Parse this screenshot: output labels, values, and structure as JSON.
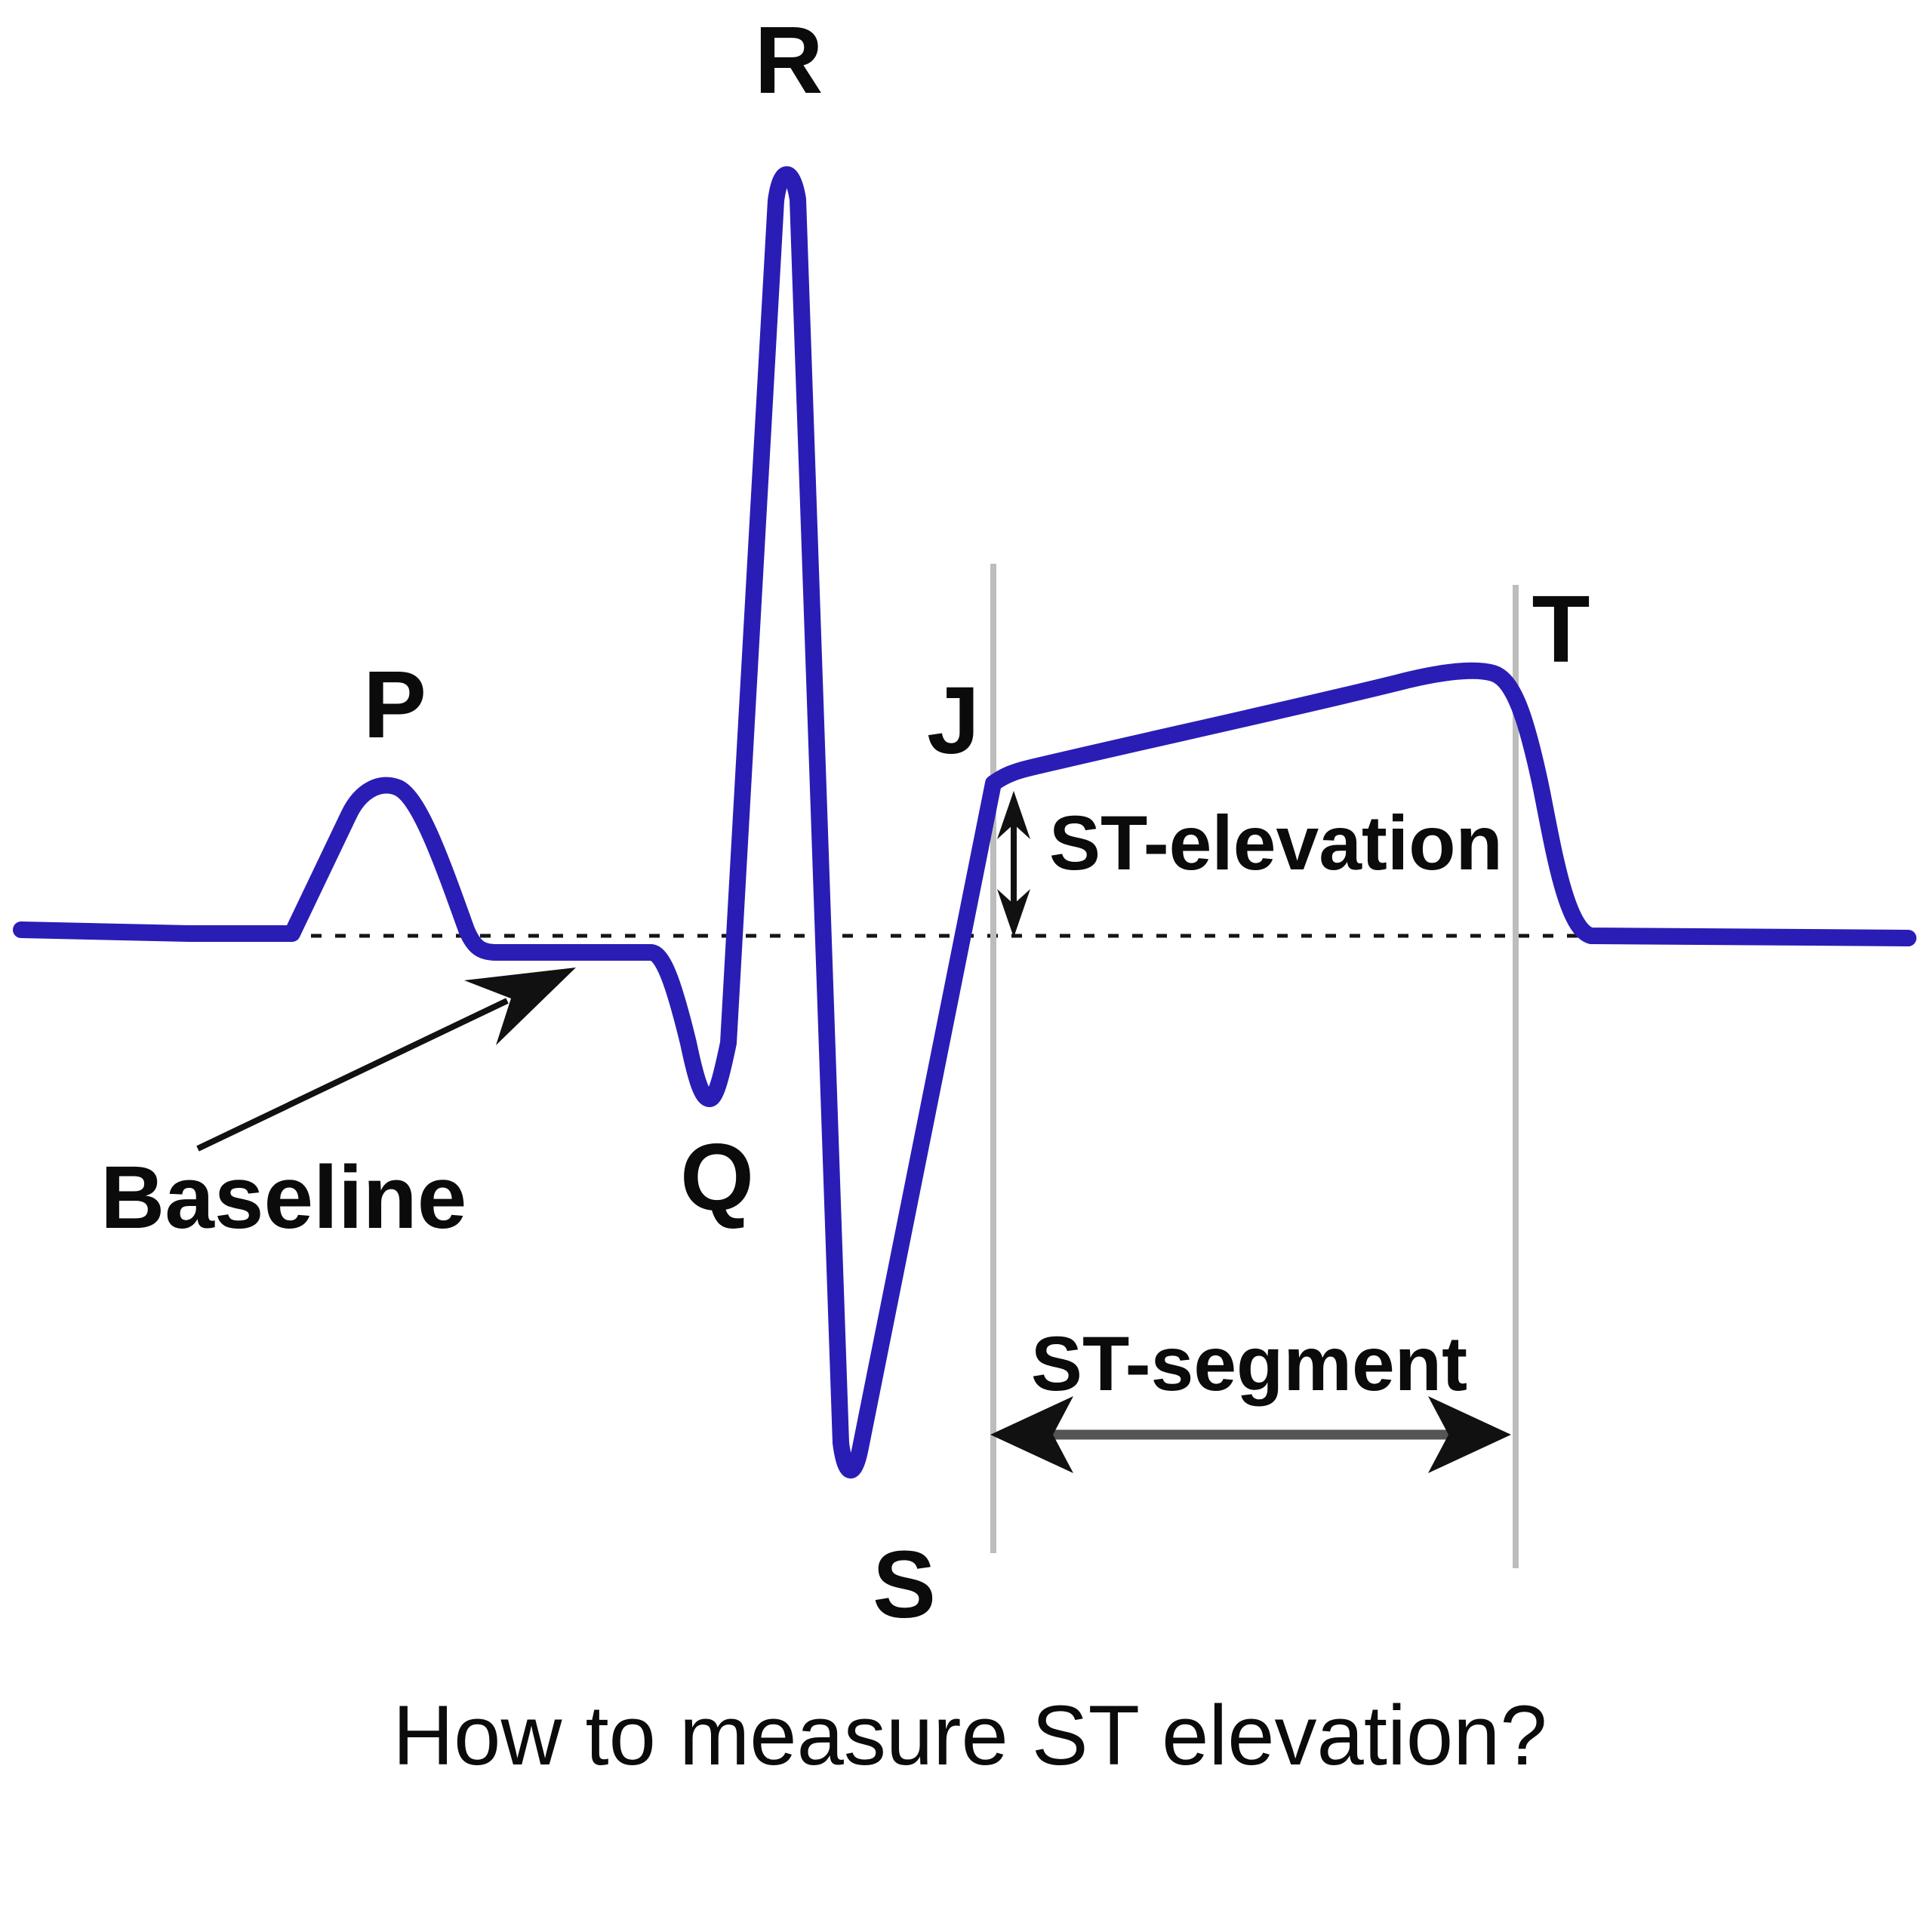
{
  "diagram": {
    "title": "How to measure ST elevation?",
    "wave_labels": {
      "p": "P",
      "q": "Q",
      "r": "R",
      "s": "S",
      "t": "T",
      "j": "J"
    },
    "annotations": {
      "baseline": "Baseline",
      "st_elevation": "ST-elevation",
      "st_segment": "ST-segment"
    },
    "colors": {
      "waveform_blue": "#2a1db5",
      "guide_line_gray": "#bdbdbd",
      "arrow_shaft_gray": "#555555",
      "ink_black": "#0b0b0b",
      "background": "#ffffff"
    }
  }
}
